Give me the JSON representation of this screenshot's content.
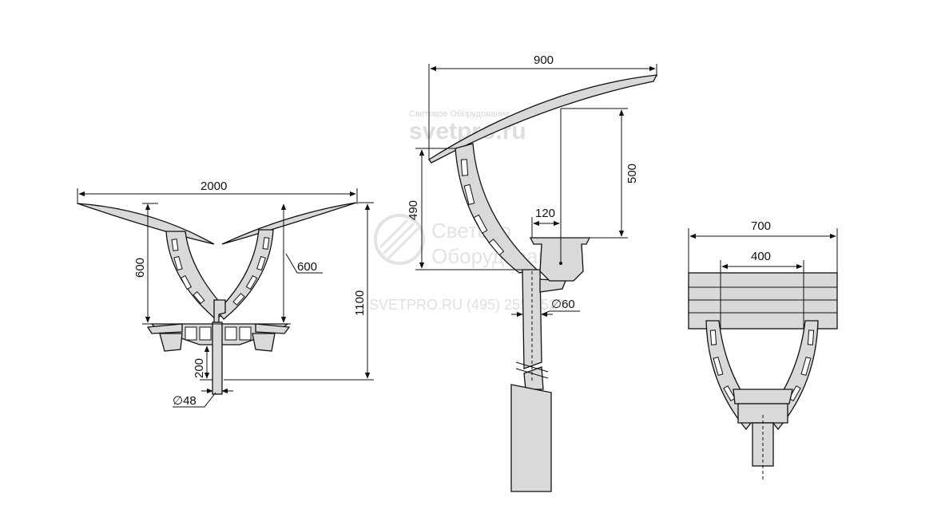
{
  "watermark": {
    "company": "Световое Оборудование",
    "site": "svetpro.ru",
    "center_line1": "Светово",
    "center_line2": "Оборудование",
    "bottom_line": "SVETPRO.RU   (495) 255-3524"
  },
  "front_view": {
    "width_label": "2000",
    "arm_height_left": "600",
    "arm_height_right": "600",
    "total_height": "1100",
    "stem_length": "200",
    "diameter": "∅48"
  },
  "side_view": {
    "reach": "900",
    "drop": "500",
    "rise": "490",
    "offset": "120",
    "diameter": "∅60"
  },
  "top_view": {
    "outer_width": "700",
    "inner_width": "400"
  }
}
